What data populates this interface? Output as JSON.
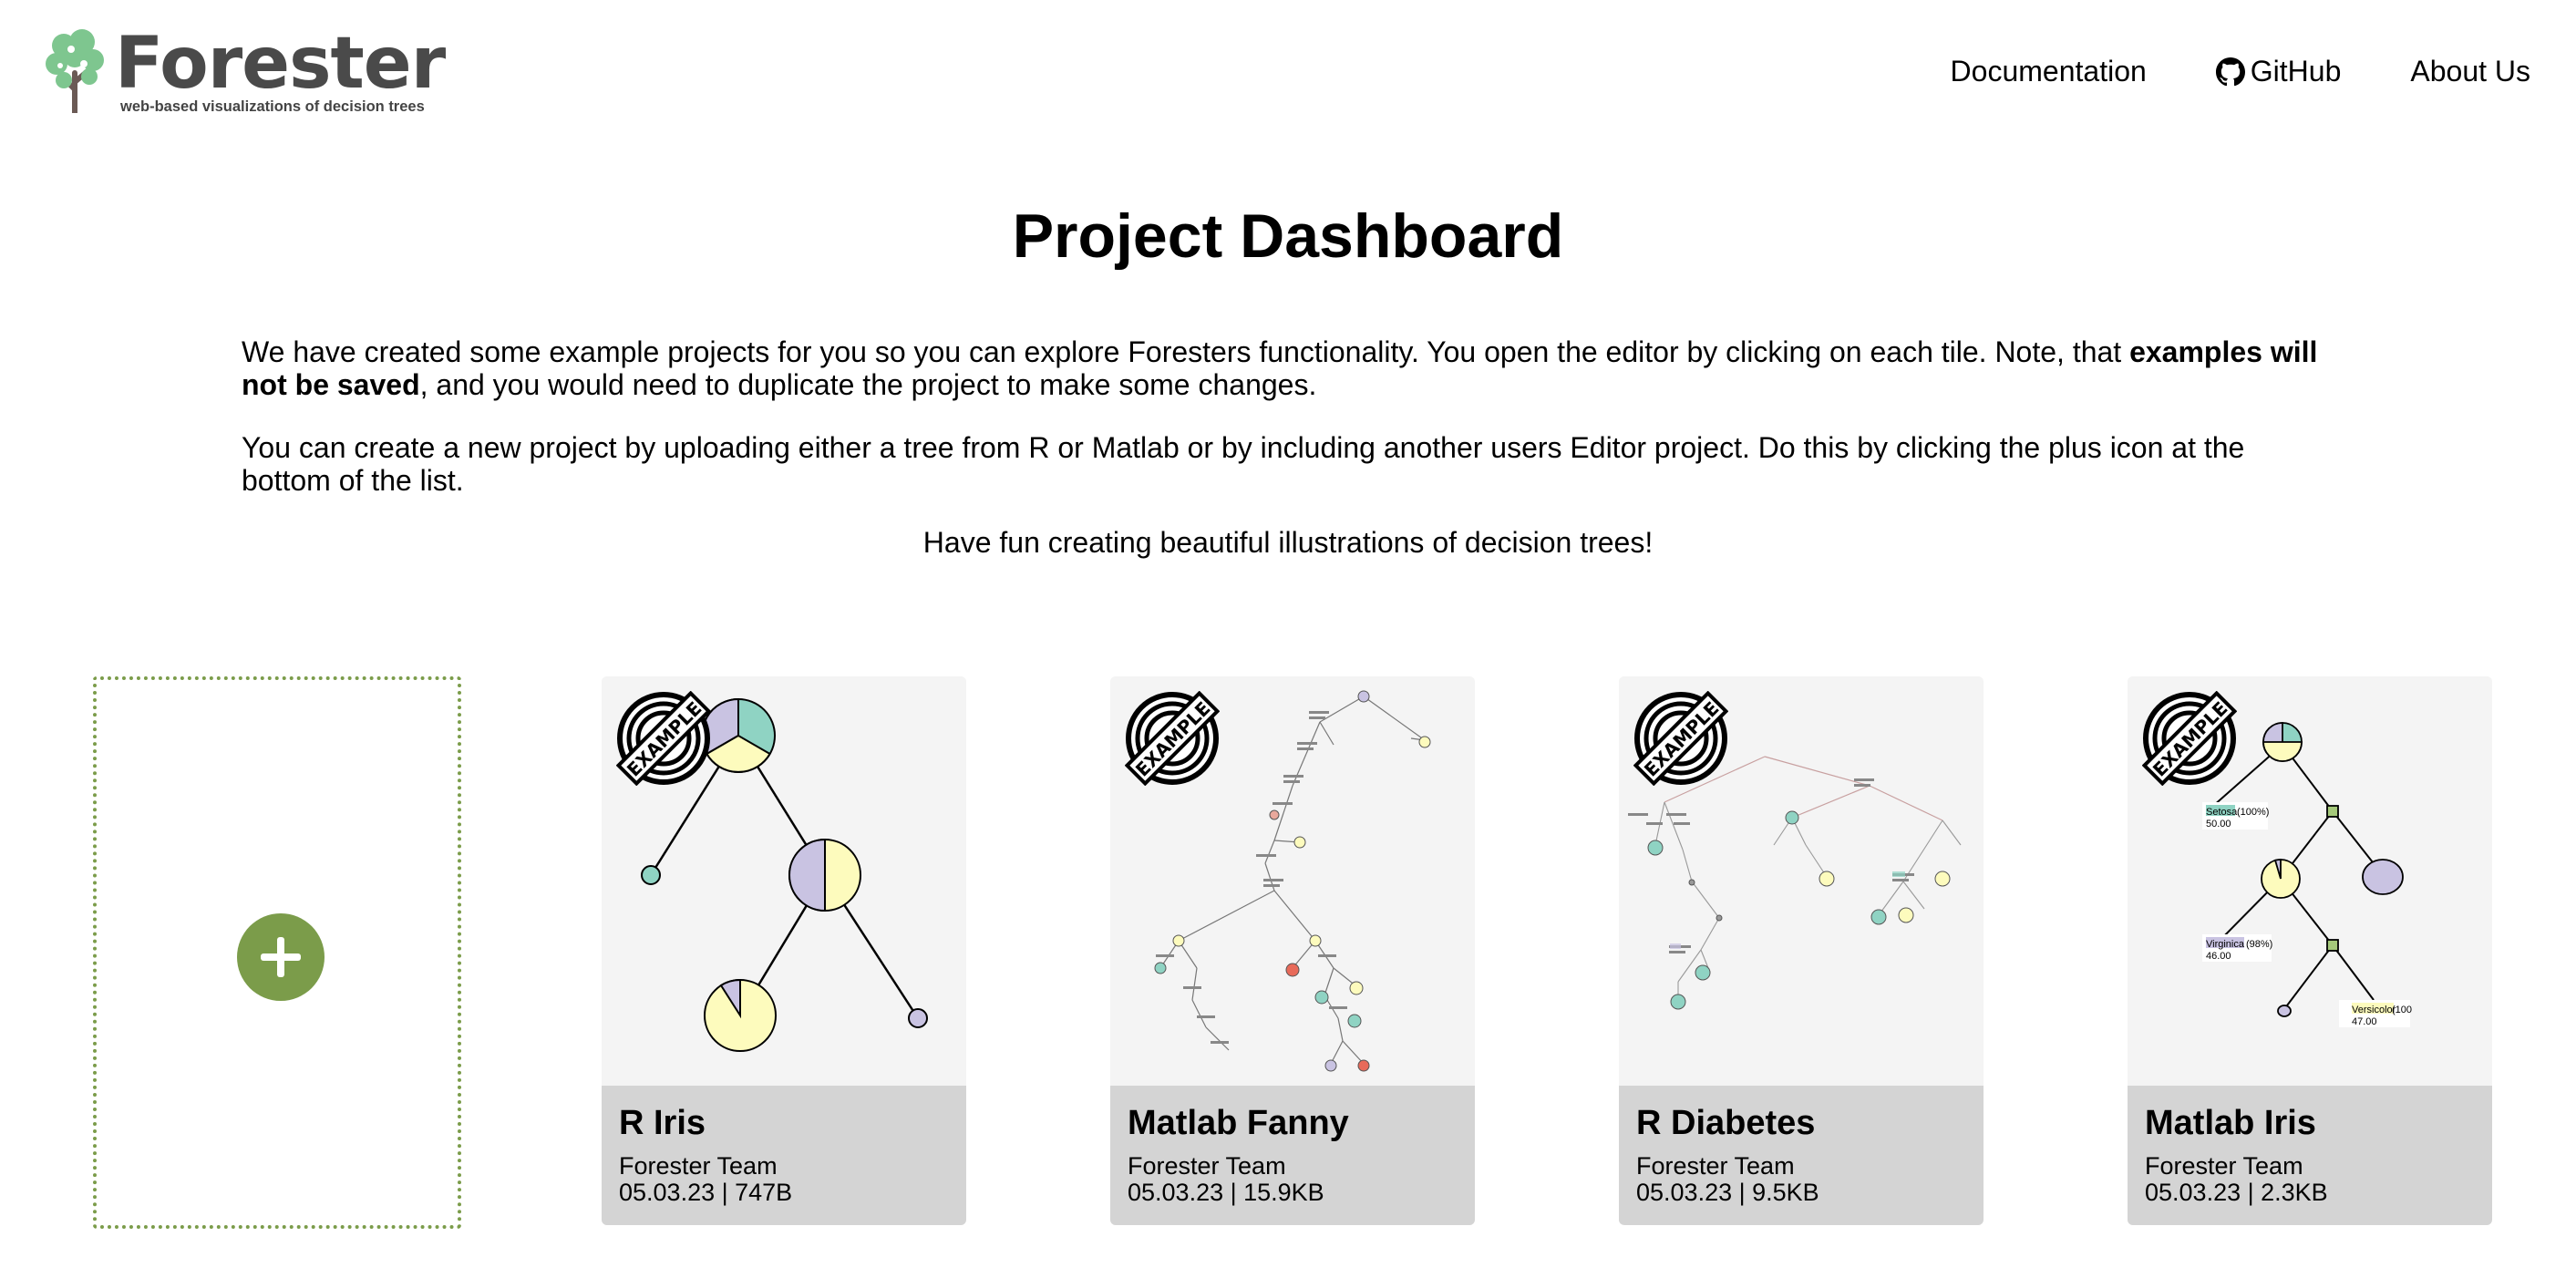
{
  "app": {
    "name": "Forester",
    "tagline": "web-based visualizations of decision trees"
  },
  "nav": {
    "documentation": "Documentation",
    "github": "GitHub",
    "about": "About Us"
  },
  "page": {
    "title": "Project Dashboard",
    "p1_a": "We have created some example projects for you so you can explore Foresters functionality. You open the editor by clicking on each tile. Note, that ",
    "p1_bold": "examples will not be saved",
    "p1_b": ", and you would need to duplicate the project to make some changes.",
    "p2": "You can create a new project by uploading either a tree from R or Matlab or by including another users Editor project. Do this by clicking the plus icon at the bottom of the list.",
    "p3": "Have fun creating beautiful illustrations of decision trees!"
  },
  "badge_text": "EXAMPLE",
  "colors": {
    "accent": "#7b9c4a",
    "setosa": "#8fd3c3",
    "versicolor": "#fdfbbd",
    "virginica": "#c9c3e2",
    "card_bg": "#f4f4f4",
    "card_footer": "#d4d4d4"
  },
  "projects": [
    {
      "title": "R Iris",
      "owner": "Forester Team",
      "meta": "05.03.23 | 747B"
    },
    {
      "title": "Matlab Fanny",
      "owner": "Forester Team",
      "meta": "05.03.23 | 15.9KB"
    },
    {
      "title": "R Diabetes",
      "owner": "Forester Team",
      "meta": "05.03.23 | 9.5KB"
    },
    {
      "title": "Matlab Iris",
      "owner": "Forester Team",
      "meta": "05.03.23 | 2.3KB",
      "labels": {
        "setosa": "Setosa",
        "setosa_pct": "(100%)",
        "setosa_n": "50.00",
        "virginica": "Virginica",
        "virginica_pct": "(98%)",
        "virginica_n": "46.00",
        "versicolor": "Versicolor",
        "versicolor_pct": "(100",
        "versicolor_n": "47.00"
      }
    }
  ]
}
